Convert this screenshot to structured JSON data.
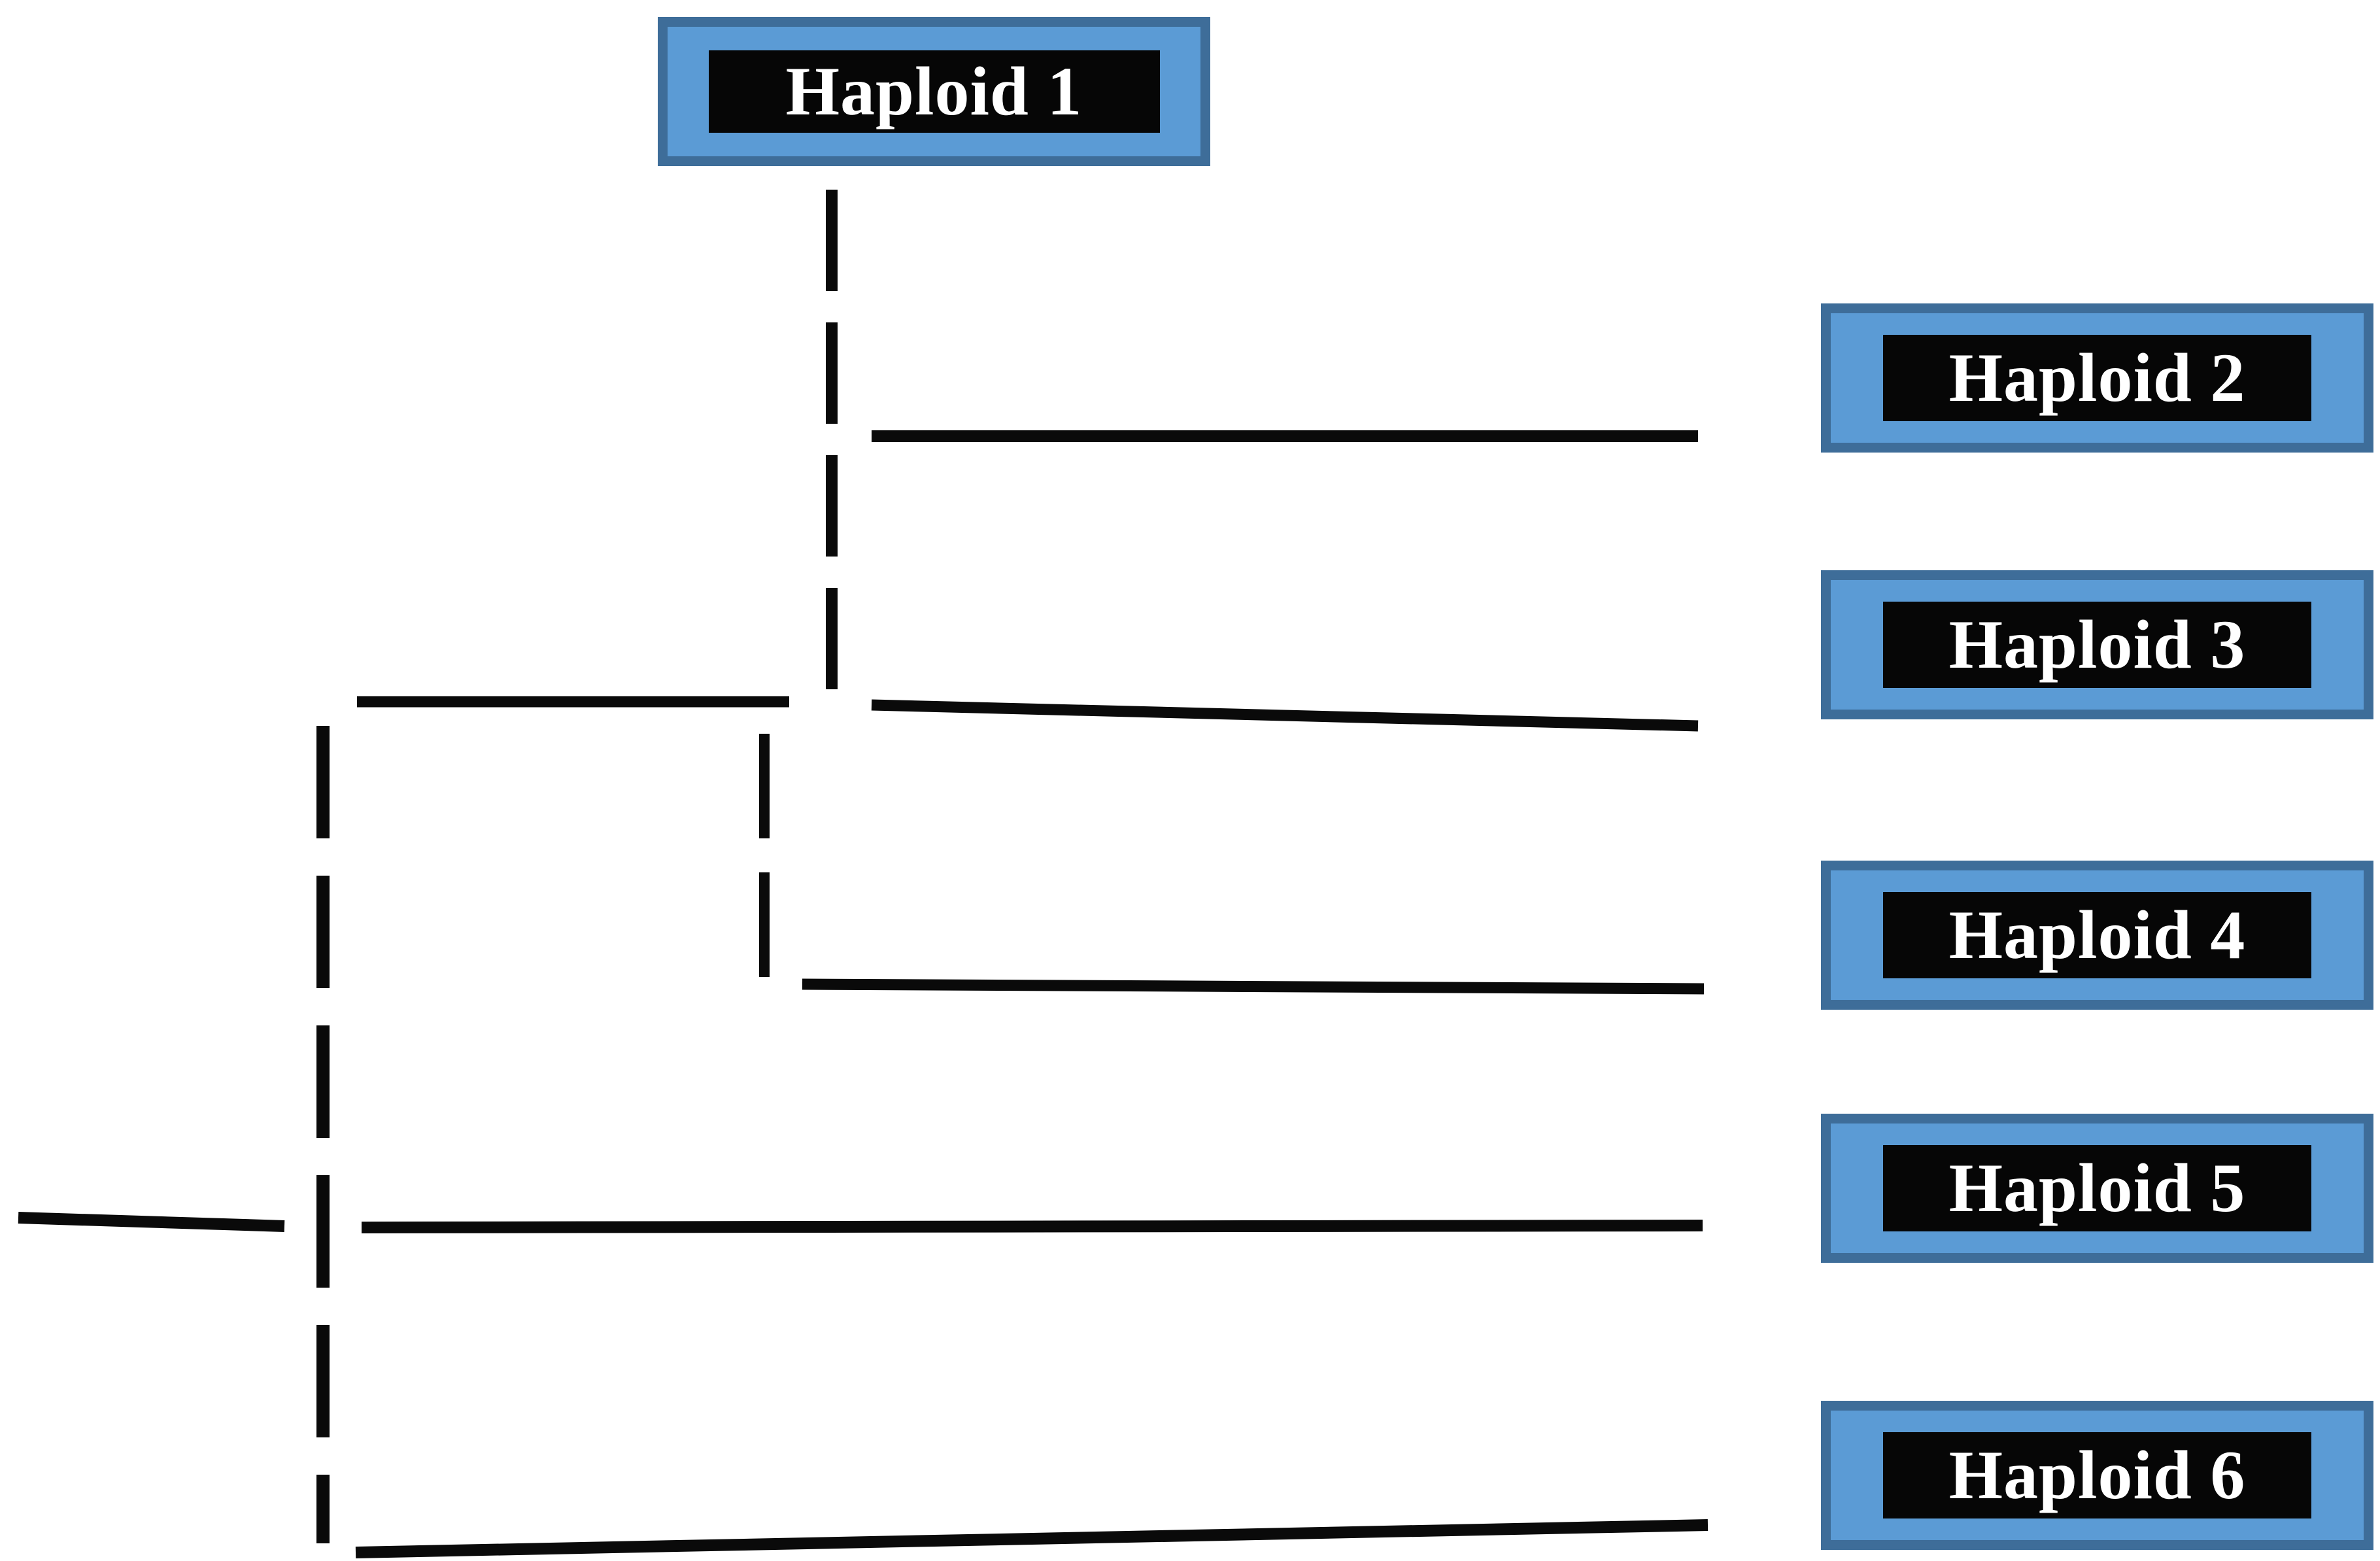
{
  "diagram": {
    "type": "dendrogram",
    "description": "Tree diagram connecting Haploid 1 (top) through dashed descent lines and solid horizontal branches to Haploid 2, Haploid 3, Haploid 4, Haploid 5 and Haploid 6",
    "nodes": [
      {
        "id": "haploid-1",
        "label": "Haploid 1",
        "role": "root"
      },
      {
        "id": "haploid-2",
        "label": "Haploid 2",
        "role": "leaf"
      },
      {
        "id": "haploid-3",
        "label": "Haploid 3",
        "role": "leaf"
      },
      {
        "id": "haploid-4",
        "label": "Haploid 4",
        "role": "leaf"
      },
      {
        "id": "haploid-5",
        "label": "Haploid 5",
        "role": "leaf"
      },
      {
        "id": "haploid-6",
        "label": "Haploid 6",
        "role": "leaf"
      }
    ],
    "connectors": [
      {
        "name": "root-descent",
        "style": "dashed",
        "orientation": "vertical",
        "from": "haploid-1"
      },
      {
        "name": "branch-haploid-2",
        "style": "solid",
        "orientation": "horizontal",
        "to": "haploid-2"
      },
      {
        "name": "internal-node-line",
        "style": "solid",
        "orientation": "horizontal"
      },
      {
        "name": "branch-haploid-3",
        "style": "solid",
        "orientation": "horizontal",
        "to": "haploid-3"
      },
      {
        "name": "internal-descent-right",
        "style": "dashed",
        "orientation": "vertical"
      },
      {
        "name": "branch-haploid-4",
        "style": "solid",
        "orientation": "horizontal",
        "to": "haploid-4"
      },
      {
        "name": "internal-descent-left",
        "style": "dashed",
        "orientation": "vertical"
      },
      {
        "name": "outgroup-stub",
        "style": "solid",
        "orientation": "horizontal"
      },
      {
        "name": "branch-haploid-5",
        "style": "solid",
        "orientation": "horizontal",
        "to": "haploid-5"
      },
      {
        "name": "branch-haploid-6",
        "style": "solid",
        "orientation": "horizontal",
        "to": "haploid-6"
      }
    ],
    "colors": {
      "background": "#ffffff",
      "box_fill": "#5b9bd5",
      "box_border": "#3e6d99",
      "label_plate": "#060606",
      "label_text": "#ffffff",
      "line": "#0a0a0a"
    }
  }
}
